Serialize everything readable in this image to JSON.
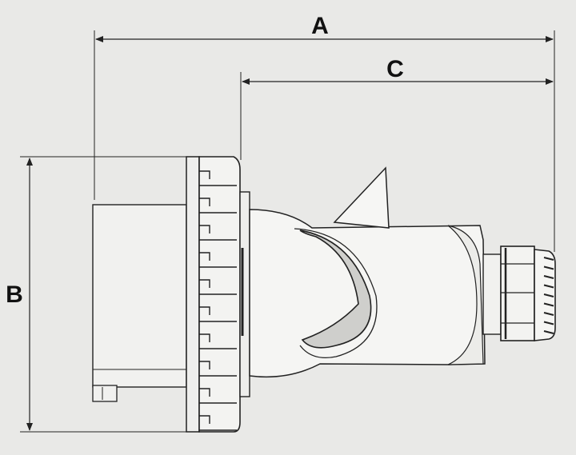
{
  "dimensions": {
    "a_label": "A",
    "b_label": "B",
    "c_label": "C"
  },
  "colors": {
    "background": "#e9e9e7",
    "part_fill": "#f4f4f2",
    "outline": "#222222",
    "shade": "#cfcfcc"
  }
}
